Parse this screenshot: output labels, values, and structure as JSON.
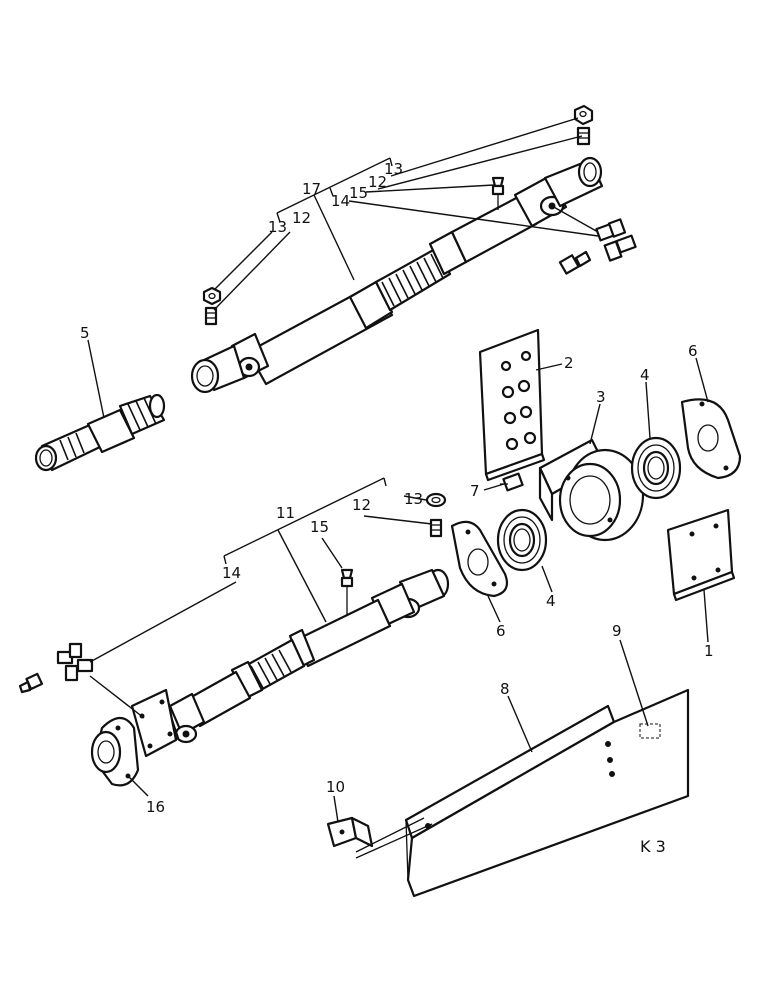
{
  "diagram": {
    "sheet_code": "K 3",
    "callouts": {
      "n1": "1",
      "n2": "2",
      "n3": "3",
      "n4a": "4",
      "n4b": "4",
      "n5": "5",
      "n6a": "6",
      "n6b": "6",
      "n7": "7",
      "n8": "8",
      "n9": "9",
      "n10": "10",
      "n11": "11",
      "n12a": "12",
      "n12b": "12",
      "n12c": "12",
      "n13a": "13",
      "n13b": "13",
      "n13c": "13",
      "n14a": "14",
      "n14b": "14",
      "n15a": "15",
      "n15b": "15",
      "n16": "16",
      "n17": "17"
    }
  }
}
